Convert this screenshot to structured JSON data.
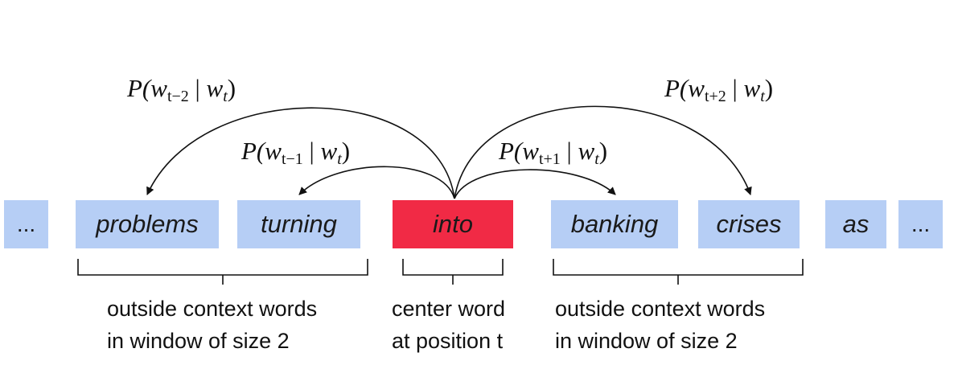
{
  "words": [
    {
      "text": "...",
      "role": "ellipsis"
    },
    {
      "text": "problems",
      "role": "context"
    },
    {
      "text": "turning",
      "role": "context"
    },
    {
      "text": "into",
      "role": "center"
    },
    {
      "text": "banking",
      "role": "context"
    },
    {
      "text": "crises",
      "role": "context"
    },
    {
      "text": "as",
      "role": "other"
    },
    {
      "text": "...",
      "role": "ellipsis"
    }
  ],
  "probabilities": [
    {
      "P": "P(",
      "w": "w",
      "sub": "t−2",
      "bar": " | ",
      "w2": "w",
      "sub2": "t",
      "close": ")"
    },
    {
      "P": "P(",
      "w": "w",
      "sub": "t−1",
      "bar": " | ",
      "w2": "w",
      "sub2": "t",
      "close": ")"
    },
    {
      "P": "P(",
      "w": "w",
      "sub": "t+1",
      "bar": " | ",
      "w2": "w",
      "sub2": "t",
      "close": ")"
    },
    {
      "P": "P(",
      "w": "w",
      "sub": "t+2",
      "bar": " | ",
      "w2": "w",
      "sub2": "t",
      "close": ")"
    }
  ],
  "captions": {
    "left": {
      "line1": "outside context words",
      "line2": "in window of size 2"
    },
    "center": {
      "line1": "center word",
      "line2": "at position t"
    },
    "right": {
      "line1": "outside context words",
      "line2": "in window of size 2"
    }
  },
  "colors": {
    "context_box": "#b6cef5",
    "center_box": "#f12a45",
    "arrow": "#111111"
  }
}
